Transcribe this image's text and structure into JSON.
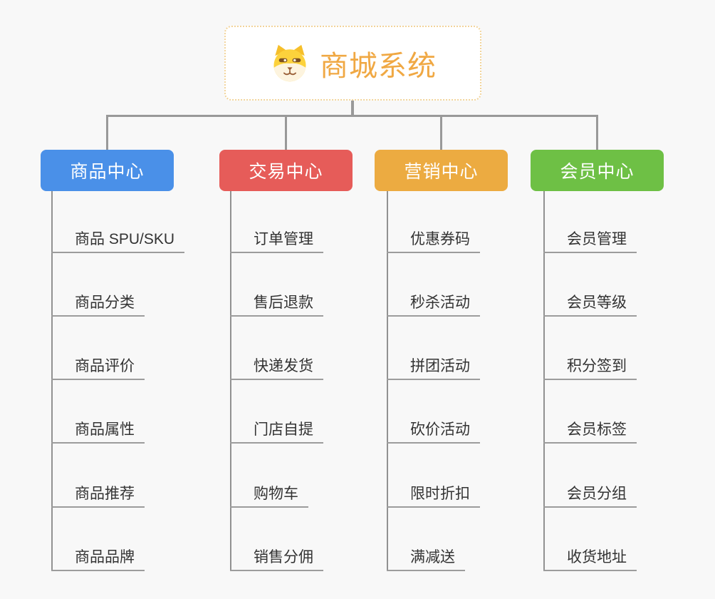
{
  "canvas": {
    "background": "#f8f8f8",
    "connector_color": "#999999"
  },
  "root": {
    "label": "商城系统",
    "icon": "dog-mascot-icon",
    "text_color": "#f0a843",
    "border_color": "#f2d49b"
  },
  "branches": [
    {
      "label": "商品中心",
      "color": "#4a90e8",
      "children": [
        "商品 SPU/SKU",
        "商品分类",
        "商品评价",
        "商品属性",
        "商品推荐",
        "商品品牌"
      ]
    },
    {
      "label": "交易中心",
      "color": "#e65c59",
      "children": [
        "订单管理",
        "售后退款",
        "快递发货",
        "门店自提",
        "购物车",
        "销售分佣"
      ]
    },
    {
      "label": "营销中心",
      "color": "#ecab41",
      "children": [
        "优惠券码",
        "秒杀活动",
        "拼团活动",
        "砍价活动",
        "限时折扣",
        "满减送"
      ]
    },
    {
      "label": "会员中心",
      "color": "#6ec045",
      "children": [
        "会员管理",
        "会员等级",
        "积分签到",
        "会员标签",
        "会员分组",
        "收货地址"
      ]
    }
  ]
}
